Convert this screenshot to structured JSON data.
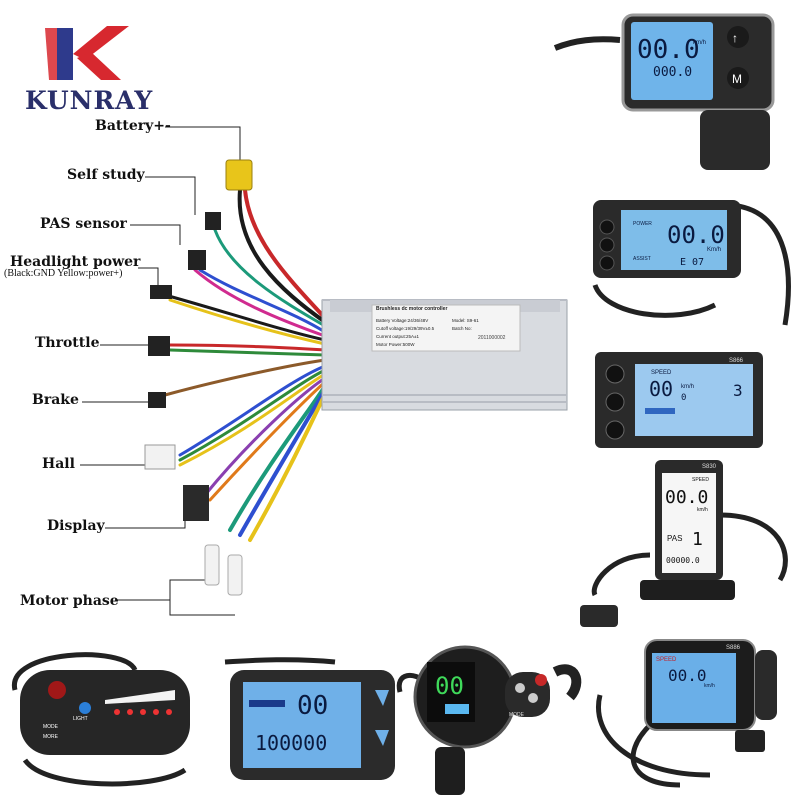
{
  "brand": {
    "name": "KUNRAY"
  },
  "labels": {
    "battery": "Battery+-",
    "self_study": "Self study",
    "pas_sensor": "PAS sensor",
    "headlight": "Headlight power",
    "headlight_note": "(Black:GND Yellow:power+)",
    "throttle": "Throttle",
    "brake": "Brake",
    "hall": "Hall",
    "display": "Display",
    "motor_phase": "Motor phase"
  },
  "controller": {
    "title": "Brushless dc motor controller",
    "battery_voltage": "Battery Voltage:24/36/48V",
    "model": "Model: S9-61",
    "cutoff": "Cutoff voltage:19/29/39V±0.5",
    "batch_label": "Batch No:",
    "batch_value": "2011000002",
    "current": "Current output:25A±1",
    "power": "Motor Power:500W"
  },
  "displays": {
    "d1": {
      "speed": "00.0",
      "odo": "000.0",
      "unit": "km/h"
    },
    "d2": {
      "speed": "00.0",
      "unit": "Km/h",
      "power": "POWER",
      "assist": "ASSIST",
      "code": "E 07"
    },
    "d3": {
      "model": "S866",
      "speed_label": "SPEED",
      "speed": "00",
      "sub": "0",
      "unit": "km/h",
      "level": "3"
    },
    "d4": {
      "model": "S830",
      "speed_label": "SPEED",
      "speed": "00.0",
      "unit": "km/h",
      "pas": "PAS",
      "level": "1",
      "odo": "00000.0"
    },
    "d5": {
      "light": "LIGHT",
      "mode": "MODE",
      "more": "MORE"
    },
    "d6": {
      "speed": "00",
      "odo": "100000"
    },
    "d7": {
      "speed": "00",
      "mode": "MODE"
    },
    "d8": {
      "model": "S886",
      "speed_label": "SPEED",
      "speed": "00.0",
      "unit": "km/h"
    }
  }
}
